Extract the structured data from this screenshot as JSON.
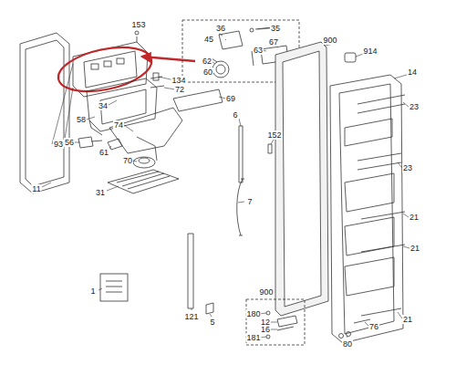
{
  "diagram": {
    "labels": [
      "153",
      "36",
      "35",
      "45",
      "63",
      "67",
      "900",
      "914",
      "14",
      "11",
      "93",
      "34",
      "134",
      "72",
      "69",
      "62",
      "60",
      "58",
      "74",
      "6",
      "152",
      "23",
      "23",
      "56",
      "61",
      "70",
      "31",
      "7",
      "21",
      "21",
      "1",
      "121",
      "5",
      "900",
      "180",
      "12",
      "16",
      "181",
      "76",
      "21",
      "80"
    ]
  }
}
